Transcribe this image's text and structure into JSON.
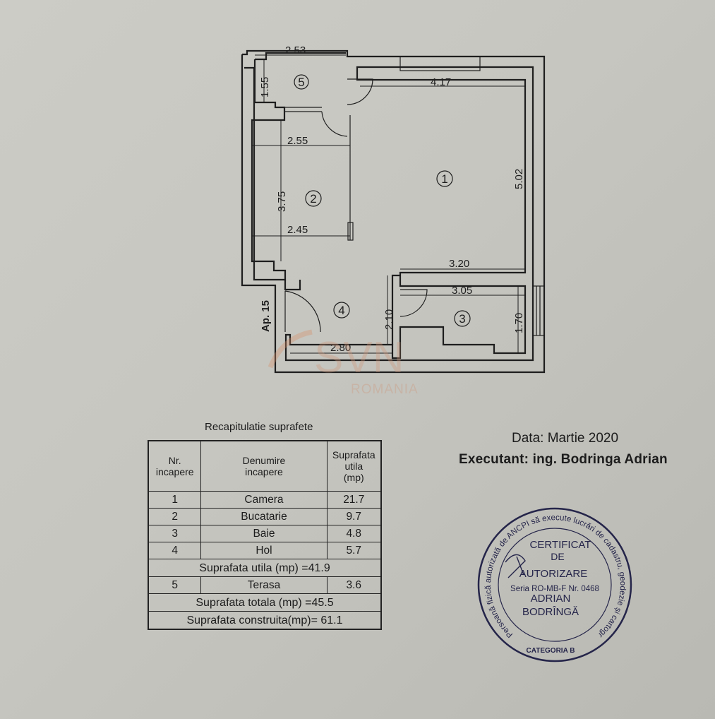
{
  "plan": {
    "apartment_label": "Ap. 15",
    "rooms": [
      "1",
      "2",
      "3",
      "4",
      "5"
    ],
    "dimensions": {
      "d_2_53": "2.53",
      "d_1_55": "1.55",
      "d_4_17": "4.17",
      "d_2_55": "2.55",
      "d_5_02": "5.02",
      "d_3_75": "3.75",
      "d_2_45": "2.45",
      "d_3_20": "3.20",
      "d_3_05": "3.05",
      "d_2_10": "2.10",
      "d_1_70": "1.70",
      "d_2_80": "2.80"
    },
    "watermark": {
      "brand": "SVN",
      "sub": "ROMANIA"
    }
  },
  "table": {
    "title": "Recapitulatie suprafete",
    "headers": {
      "nr": [
        "Nr.",
        "incapere"
      ],
      "name": [
        "Denumire",
        "incapere"
      ],
      "area": [
        "Suprafata",
        "utila",
        "(mp)"
      ]
    },
    "rooms": [
      {
        "nr": "1",
        "name": "Camera",
        "area": "21.7"
      },
      {
        "nr": "2",
        "name": "Bucatarie",
        "area": "9.7"
      },
      {
        "nr": "3",
        "name": "Baie",
        "area": "4.8"
      },
      {
        "nr": "4",
        "name": "Hol",
        "area": "5.7"
      }
    ],
    "useful_total": "Suprafata utila (mp) =41.9",
    "terrace": {
      "nr": "5",
      "name": "Terasa",
      "area": "3.6"
    },
    "total": "Suprafata totala (mp) =45.5",
    "built": "Suprafata construita(mp)= 61.1"
  },
  "info": {
    "date": "Data: Martie 2020",
    "executant": "Executant: ing. Bodringa  Adrian"
  },
  "stamp": {
    "ring_text": "Persoană fizică autorizată de ANCPI să execute lucrări de cadastru, geodezie și cartografie",
    "line1": "CERTIFICAT",
    "line2": "DE",
    "line3": "AUTORIZARE",
    "serial": "Seria RO-MB-F  Nr. 0468",
    "name1": "ADRIAN",
    "name2": "BODRÎNGĂ",
    "category": "CATEGORIA B"
  }
}
